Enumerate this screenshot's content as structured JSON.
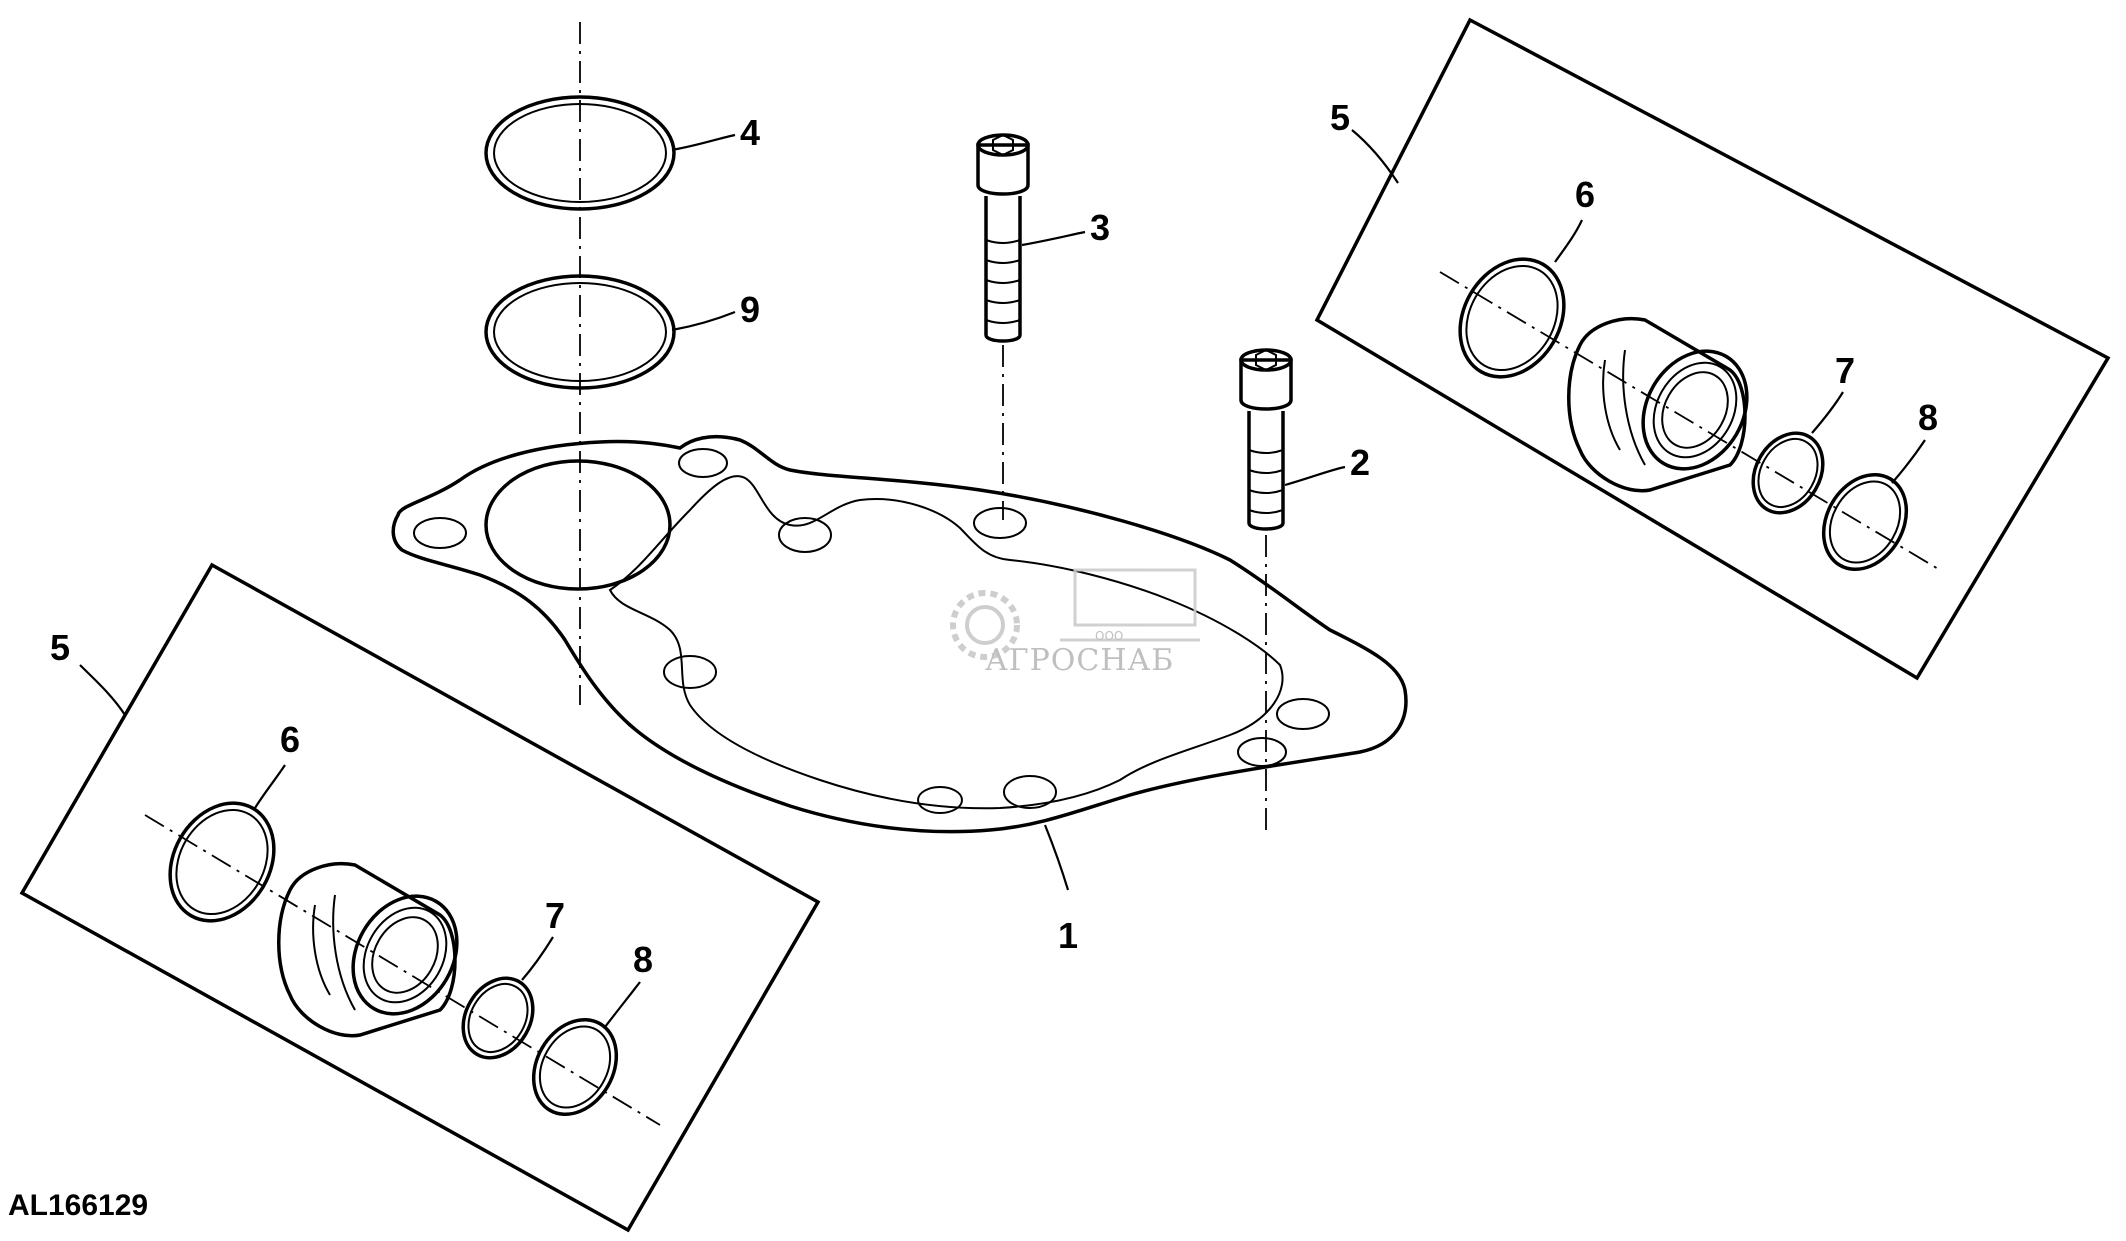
{
  "figure_id": "AL166129",
  "watermark": {
    "brand": "АГРОСНАБ",
    "prefix": "ООО"
  },
  "callouts": {
    "gasket": "1",
    "screw_short": "2",
    "screw_long": "3",
    "o_ring_top": "4",
    "o_ring_second": "9",
    "kit_left": "5",
    "kit_right": "5",
    "left_ring_6": "6",
    "left_ring_7": "7",
    "left_ring_8": "8",
    "right_ring_6": "6",
    "right_ring_7": "7",
    "right_ring_8": "8"
  }
}
